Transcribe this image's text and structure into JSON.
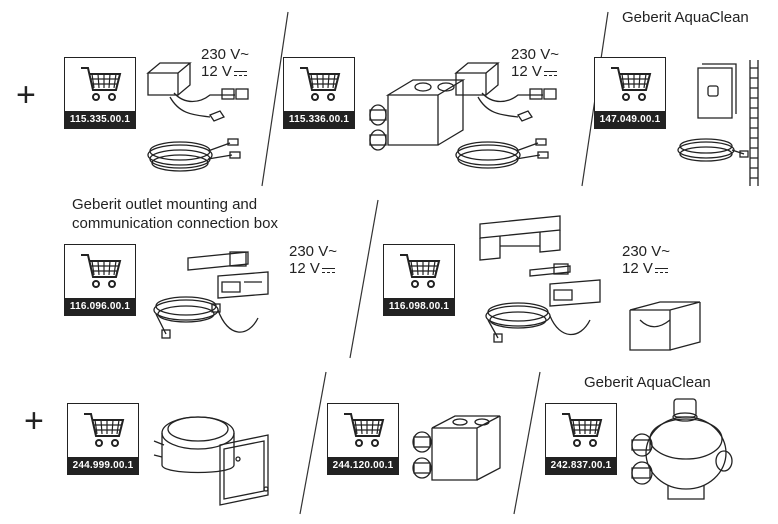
{
  "plus_sign": "+",
  "voltage": {
    "ac": "230 V~",
    "dc": "12 V"
  },
  "headings": {
    "aquaclean_top": "Geberit AquaClean",
    "outlet_box_line1": "Geberit outlet mounting and",
    "outlet_box_line2": "communication connection box",
    "aquaclean_bottom": "Geberit AquaClean"
  },
  "products": [
    {
      "code": "115.335.00.1",
      "icon": "shopping-cart-icon"
    },
    {
      "code": "115.336.00.1",
      "icon": "shopping-cart-icon"
    },
    {
      "code": "147.049.00.1",
      "icon": "shopping-cart-icon"
    },
    {
      "code": "116.096.00.1",
      "icon": "shopping-cart-icon"
    },
    {
      "code": "116.098.00.1",
      "icon": "shopping-cart-icon"
    },
    {
      "code": "244.999.00.1",
      "icon": "shopping-cart-icon"
    },
    {
      "code": "244.120.00.1",
      "icon": "shopping-cart-icon"
    },
    {
      "code": "242.837.00.1",
      "icon": "shopping-cart-icon"
    }
  ]
}
